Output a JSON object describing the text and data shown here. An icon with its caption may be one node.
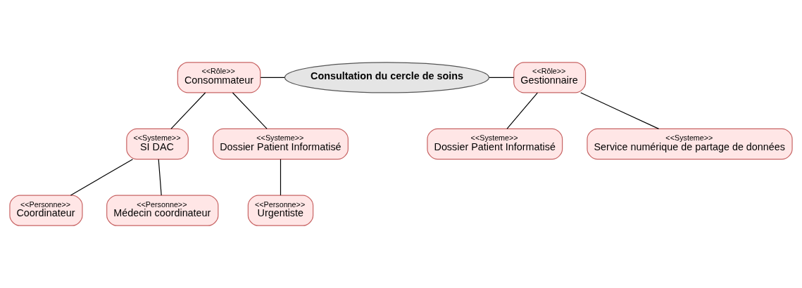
{
  "diagram": {
    "nodes": [
      {
        "text": [
          "<<Rôle>>",
          "Consommateur"
        ]
      },
      {
        "text": [
          "Consultation du cercle de soins"
        ]
      },
      {
        "text": [
          "<<Rôle>>",
          "Gestionnaire"
        ]
      },
      {
        "text": [
          "<<Systeme>>",
          "SI DAC"
        ]
      },
      {
        "text": [
          "<<Systeme>>",
          "Dossier Patient Informatisé"
        ]
      },
      {
        "text": [
          "<<Systeme>>",
          "Dossier Patient Informatisé"
        ]
      },
      {
        "text": [
          "<<Systeme>>",
          "Service numérique de partage de données"
        ]
      },
      {
        "text": [
          "<<Personne>>",
          "Coordinateur"
        ]
      },
      {
        "text": [
          "<<Personne>>",
          "Médecin coordinateur"
        ]
      },
      {
        "text": [
          "<<Personne>>",
          "Urgentiste"
        ]
      }
    ],
    "edges": [
      {
        "from": 0,
        "to": 1,
        "arrow": "none"
      },
      {
        "from": 1,
        "to": 2,
        "arrow": "none"
      },
      {
        "from": 0,
        "to": 3,
        "arrow": "none"
      },
      {
        "from": 0,
        "to": 4,
        "arrow": "none"
      },
      {
        "from": 2,
        "to": 5,
        "arrow": "none"
      },
      {
        "from": 2,
        "to": 6,
        "arrow": "none"
      },
      {
        "from": 3,
        "to": 7,
        "arrow": "none"
      },
      {
        "from": 3,
        "to": 8,
        "arrow": "none"
      },
      {
        "from": 4,
        "to": 9,
        "arrow": "none"
      }
    ]
  }
}
